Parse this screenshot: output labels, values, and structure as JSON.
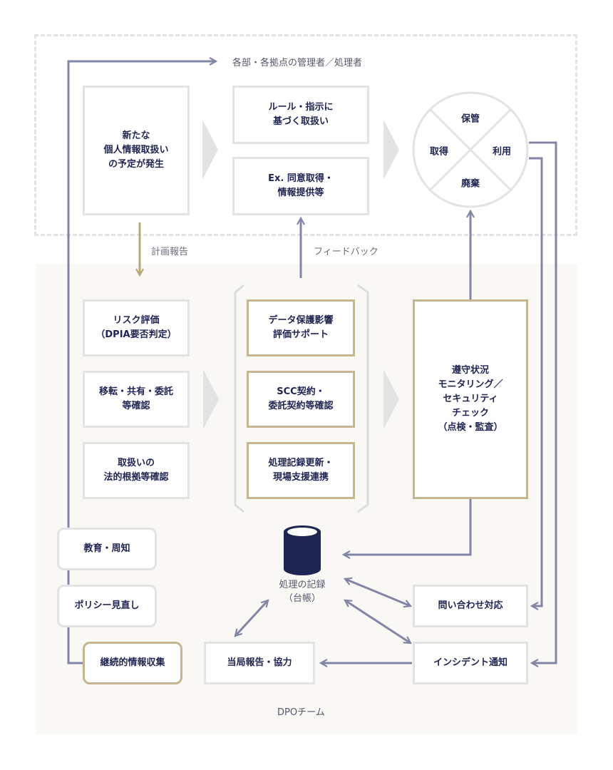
{
  "zones": {
    "managers_label": "各部・各拠点の管理者／処理者",
    "dpo_label": "DPOチーム"
  },
  "top": {
    "new_handling": "新たな\n個人情報取扱い\nの予定が発生",
    "rule_handling": "ルール・指示に\n基づく取扱い",
    "example": "Ex.  同意取得・\n情報提供等",
    "lifecycle": {
      "top": "保管",
      "left": "取得",
      "right": "利用",
      "bottom": "廃棄"
    }
  },
  "flows": {
    "plan_report": "計画報告",
    "feedback": "フィードバック"
  },
  "dpo": {
    "checks": [
      "リスク評価\n（DPIA要否判定）",
      "移転・共有・委託\n等確認",
      "取扱いの\n法的根拠等確認"
    ],
    "supports": [
      "データ保護影響\n評価サポート",
      "SCC契約・\n委託契約等確認",
      "処理記録更新・\n現場支援連携"
    ],
    "monitoring": "遵守状況\nモニタリング／\nセキュリティ\nチェック\n（点検・監査）",
    "education": "教育・周知",
    "policy_review": "ポリシー見直し",
    "info_collection": "継続的情報収集",
    "records": "処理の記録\n（台帳）",
    "authority_report": "当局報告・協力",
    "inquiry": "問い合わせ対応",
    "incident": "インシデント通知"
  },
  "colors": {
    "navy": "#1f2552",
    "flow_line": "#8385a6",
    "gold": "#c4b68f",
    "gray_border": "#e3e3e3",
    "dpo_bg": "#f9f8f5"
  }
}
